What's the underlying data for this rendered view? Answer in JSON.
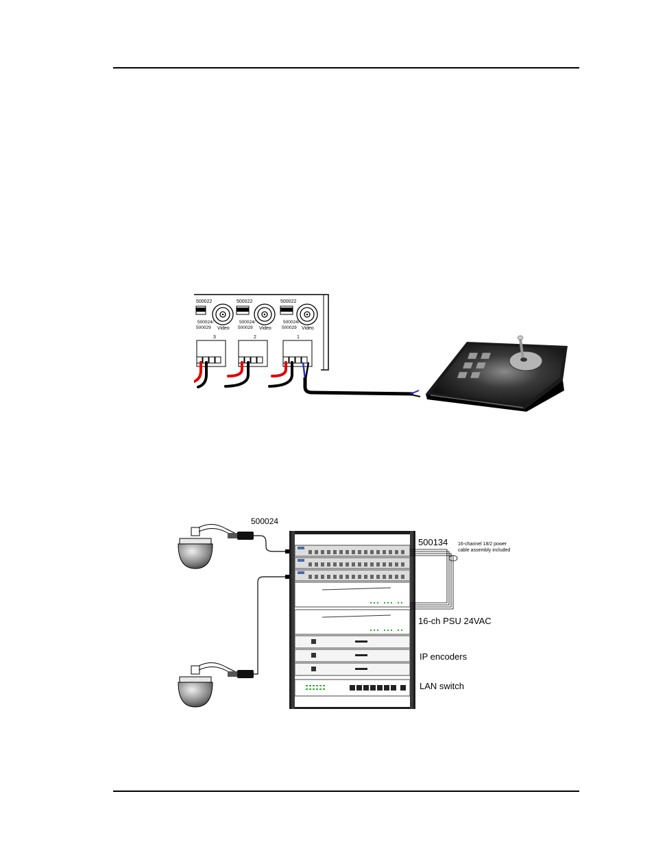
{
  "figure1": {
    "channels": [
      {
        "number": "3",
        "part_top": "500022",
        "part_bottom_1": "500024/",
        "part_bottom_2": "500029",
        "video_label": "Video"
      },
      {
        "number": "2",
        "part_top": "500022",
        "part_bottom_1": "500024/",
        "part_bottom_2": "500029",
        "video_label": "Video"
      },
      {
        "number": "1",
        "part_top": "500022",
        "part_bottom_1": "500024/",
        "part_bottom_2": "500029",
        "video_label": "Video"
      }
    ]
  },
  "figure2": {
    "label_adapter": "500024",
    "label_cable_part": "500134",
    "label_cable_note_1": "16-channel 18/2 power",
    "label_cable_note_2": "cable assembly included",
    "label_psu": "16-ch PSU 24VAC",
    "label_encoders": "IP encoders",
    "label_switch": "LAN switch"
  },
  "colors": {
    "wire_red": "#e00000",
    "wire_blue": "#1c2fd0",
    "wire_black": "#000000",
    "keyboard_body": "#1a1a1a"
  }
}
